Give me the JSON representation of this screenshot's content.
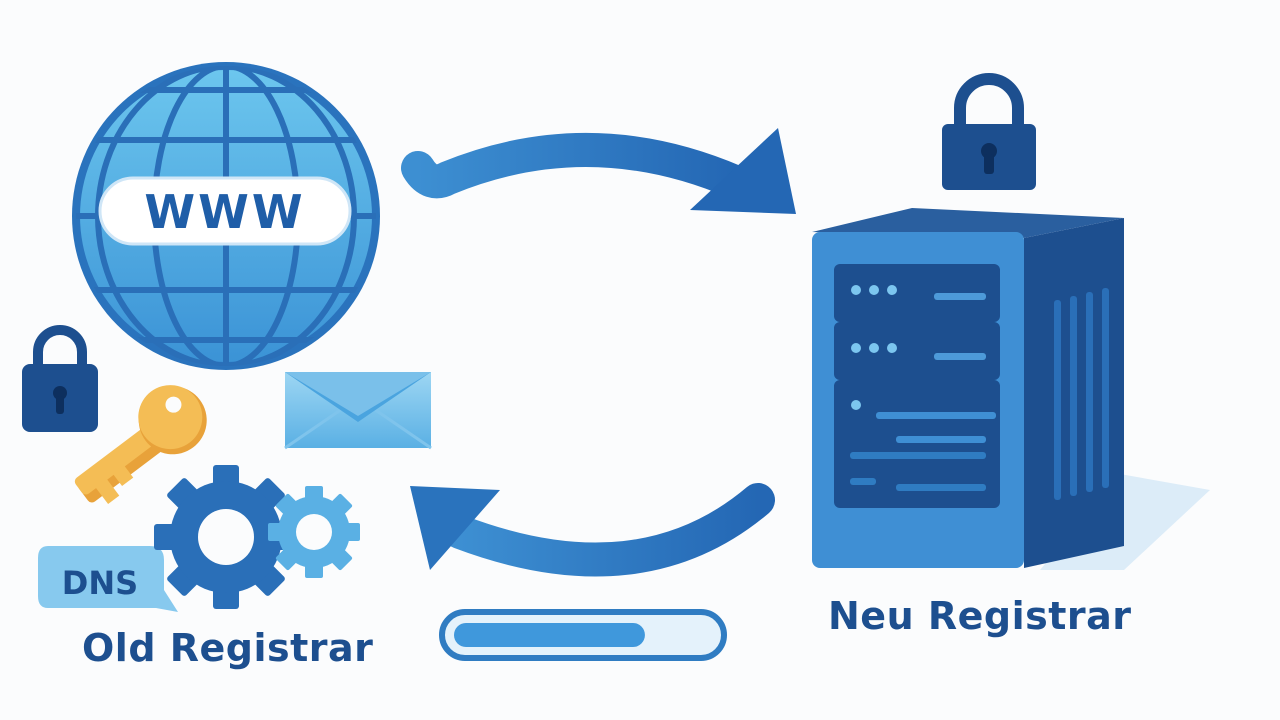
{
  "globe": {
    "text": "WWW"
  },
  "dns_badge": {
    "text": "DNS"
  },
  "labels": {
    "old_registrar": "Old Registrar",
    "new_registrar": "Neu Registrar"
  },
  "transfer_progress": {
    "fraction": 0.74
  },
  "colors": {
    "dark_blue": "#1d4f8f",
    "mid_blue": "#2f7cc2",
    "light_blue": "#5fb6e8",
    "key_yellow": "#f3b950",
    "background": "#fbfcfd"
  },
  "icons": [
    "globe-icon",
    "forward-arrow-icon",
    "return-arrow-icon",
    "padlock-icon",
    "key-icon",
    "gear-icon",
    "envelope-icon",
    "dns-badge-icon",
    "server-icon",
    "progress-bar"
  ]
}
